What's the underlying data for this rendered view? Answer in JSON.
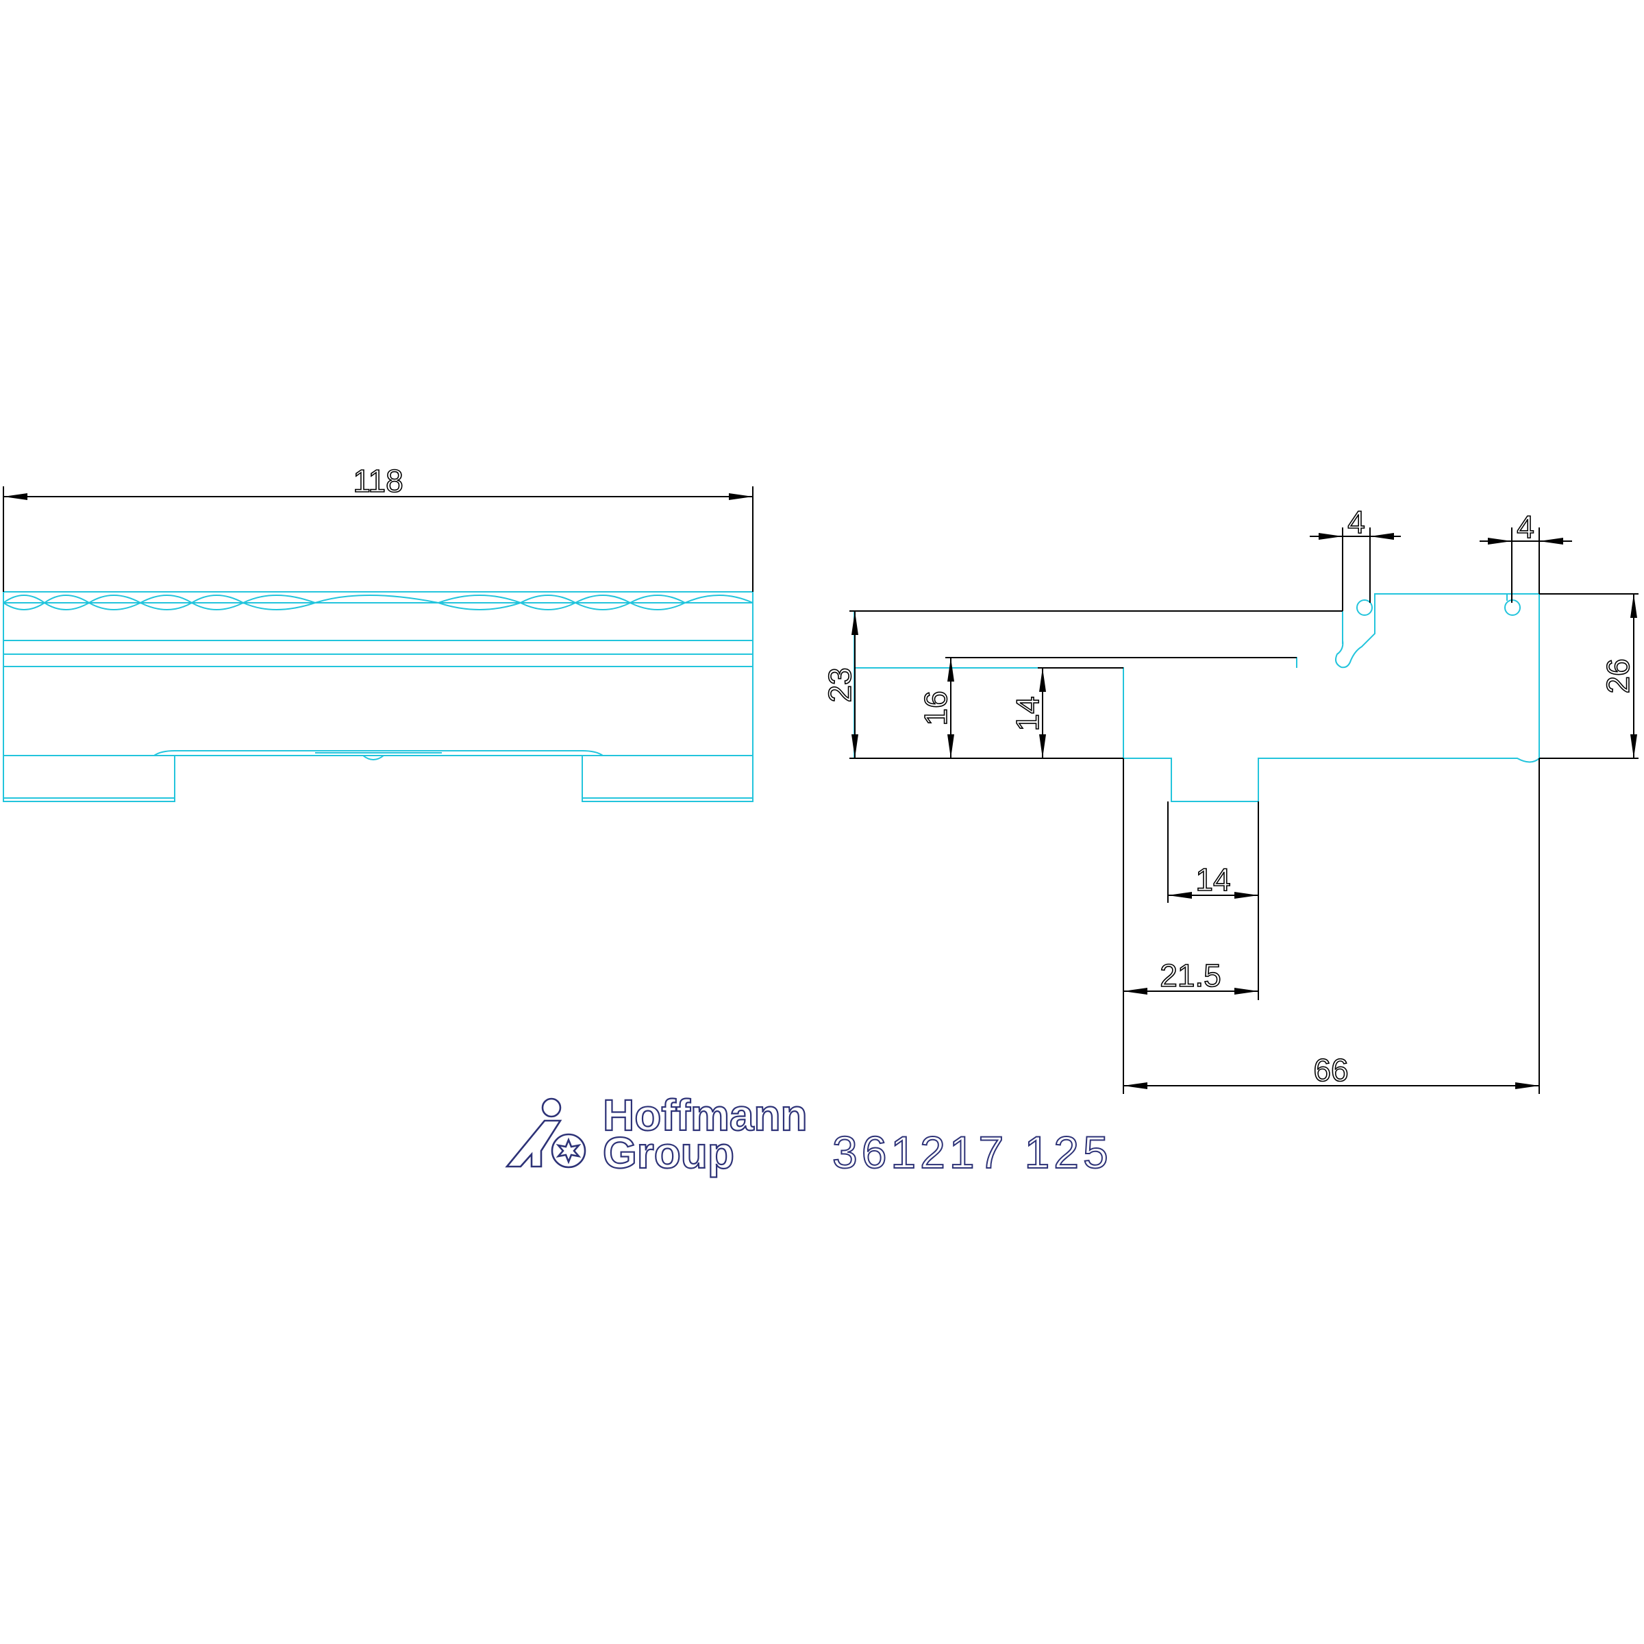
{
  "dimensions": {
    "side_view_length": "118",
    "profile_height_left": "23",
    "step_height": "16",
    "tongue_height": "14",
    "tongue_width": "14",
    "foot_width": "21.5",
    "total_width": "66",
    "overall_height": "26",
    "groove_width_left": "4",
    "groove_width_right": "4"
  },
  "brand": {
    "line1": "Hoffmann",
    "line2": "Group",
    "logo_icon": "hoffmann-group-logo-icon"
  },
  "part_number": "361217 125",
  "colors": {
    "part_outline": "#22c4dc",
    "dimension_lines": "#000000",
    "brand": "#2d3277",
    "background": "#ffffff"
  }
}
